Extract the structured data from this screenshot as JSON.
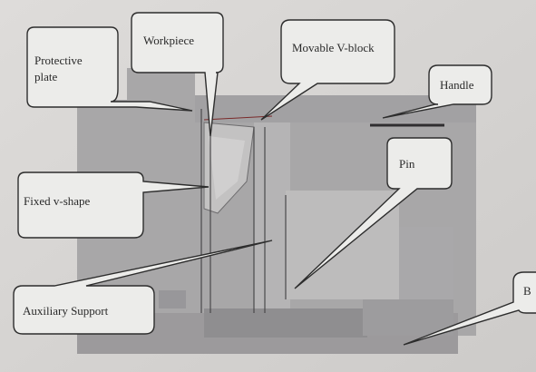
{
  "figure": {
    "colors": {
      "paper": "#d8d6d3",
      "drawing_gray": "#a6a5a6",
      "drawing_dark": "#8e8c8e",
      "callout_fill": "#ececea",
      "outline": "#2d2d2d"
    }
  },
  "labels": {
    "protective_plate": "Protective\nplate",
    "workpiece": "Workpiece",
    "movable_v_block": "Movable V-block",
    "handle": "Handle",
    "fixed_v_shape": "Fixed v-shape",
    "pin": "Pin",
    "auxiliary_support": "Auxiliary Support",
    "base_partial": "B"
  }
}
